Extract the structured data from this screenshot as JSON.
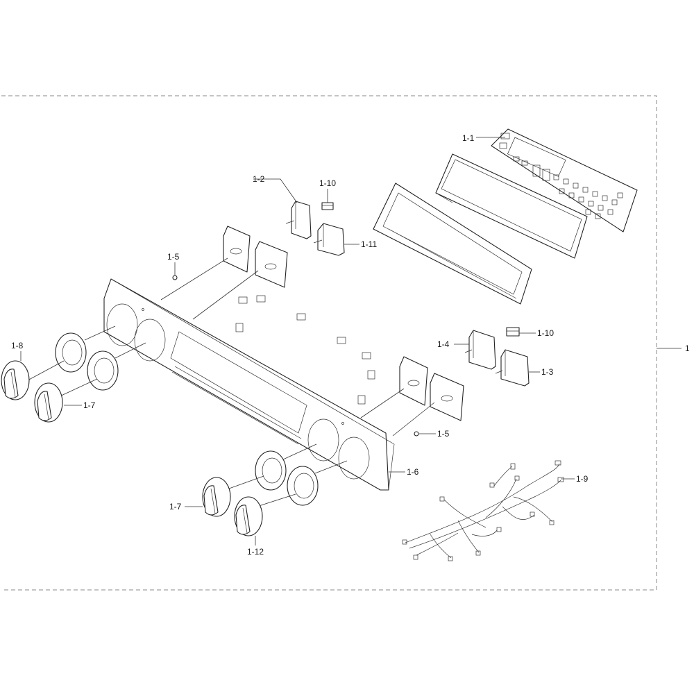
{
  "labels": {
    "assembly": "1",
    "p1_1": "1-1",
    "p1_2": "1-2",
    "p1_3": "1-3",
    "p1_4": "1-4",
    "p1_5a": "1-5",
    "p1_5b": "1-5",
    "p1_6": "1-6",
    "p1_7a": "1-7",
    "p1_7b": "1-7",
    "p1_8": "1-8",
    "p1_9": "1-9",
    "p1_10a": "1-10",
    "p1_10b": "1-10",
    "p1_11": "1-11",
    "p1_12": "1-12"
  }
}
